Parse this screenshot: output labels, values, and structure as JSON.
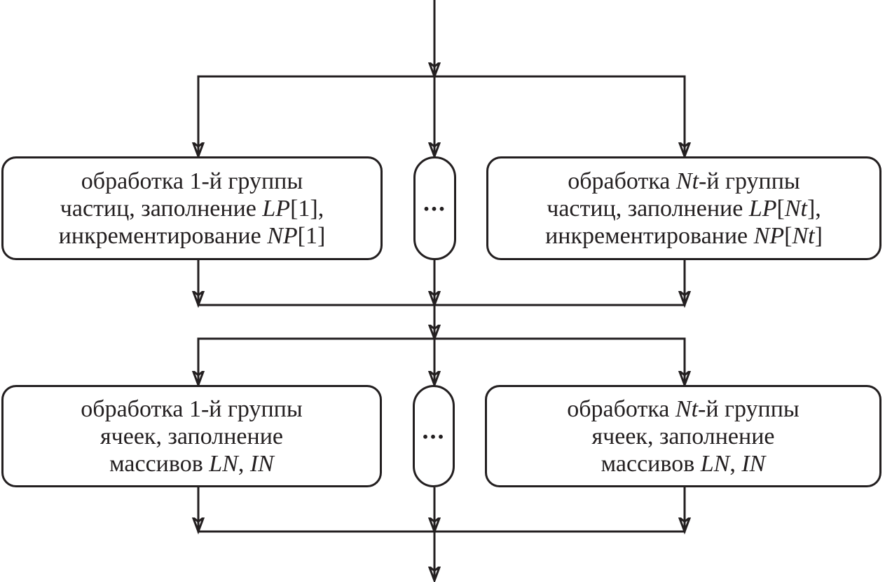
{
  "diagram": {
    "colors": {
      "ink": "#231f20",
      "background": "#ffffff"
    },
    "row1": {
      "left": {
        "lines": [
          [
            {
              "t": "обработка 1-й группы"
            }
          ],
          [
            {
              "t": "частиц, заполнение "
            },
            {
              "t": "LP",
              "i": true
            },
            {
              "t": "[1],"
            }
          ],
          [
            {
              "t": "инкрементирование "
            },
            {
              "t": "NP",
              "i": true
            },
            {
              "t": "[1]"
            }
          ]
        ]
      },
      "ellipsis": "...",
      "right": {
        "lines": [
          [
            {
              "t": "обработка "
            },
            {
              "t": "Nt",
              "i": true
            },
            {
              "t": "-й группы"
            }
          ],
          [
            {
              "t": "частиц, заполнение "
            },
            {
              "t": "LP",
              "i": true
            },
            {
              "t": "["
            },
            {
              "t": "Nt",
              "i": true
            },
            {
              "t": "],"
            }
          ],
          [
            {
              "t": "инкрементирование "
            },
            {
              "t": "NP",
              "i": true
            },
            {
              "t": "["
            },
            {
              "t": "Nt",
              "i": true
            },
            {
              "t": "]"
            }
          ]
        ]
      }
    },
    "row2": {
      "left": {
        "lines": [
          [
            {
              "t": "обработка 1-й группы"
            }
          ],
          [
            {
              "t": "ячеек, заполнение"
            }
          ],
          [
            {
              "t": "массивов "
            },
            {
              "t": "LN",
              "i": true
            },
            {
              "t": ", "
            },
            {
              "t": "IN",
              "i": true
            }
          ]
        ]
      },
      "ellipsis": "...",
      "right": {
        "lines": [
          [
            {
              "t": "обработка "
            },
            {
              "t": "Nt",
              "i": true
            },
            {
              "t": "-й группы"
            }
          ],
          [
            {
              "t": "ячеек, заполнение"
            }
          ],
          [
            {
              "t": "массивов "
            },
            {
              "t": "LN",
              "i": true
            },
            {
              "t": ", "
            },
            {
              "t": "IN",
              "i": true
            }
          ]
        ]
      }
    }
  }
}
